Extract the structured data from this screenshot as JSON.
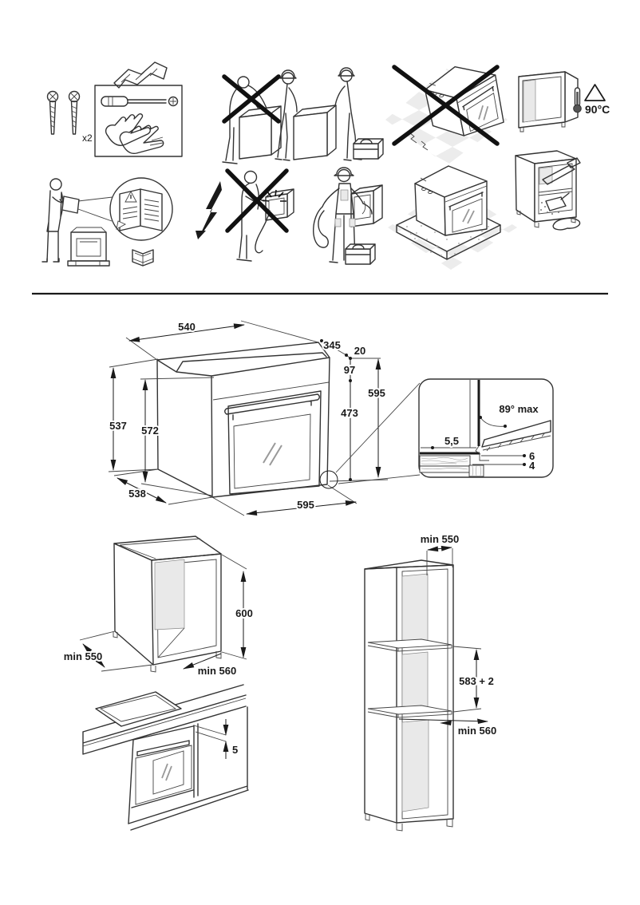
{
  "pictograms": {
    "screws_qty": "x2",
    "max_temp": "90°C"
  },
  "main_drawing": {
    "top_width": "540",
    "top_depth": "345",
    "top_step": "20",
    "panel_height": "97",
    "total_height": "595",
    "door_height": "473",
    "side_height": "537",
    "front_height": "572",
    "side_depth": "538",
    "front_width": "595",
    "detail": {
      "max_angle": "89° max",
      "side_gap": "5,5",
      "top_gap": "6",
      "bottom_gap": "4"
    }
  },
  "base_cabinet": {
    "min_depth": "min 550",
    "height": "600",
    "min_width": "min 560"
  },
  "worktop_drawing": {
    "gap": "5"
  },
  "tall_cabinet": {
    "min_depth": "min 550",
    "niche_height": "583 + 2",
    "min_width": "min 560"
  }
}
